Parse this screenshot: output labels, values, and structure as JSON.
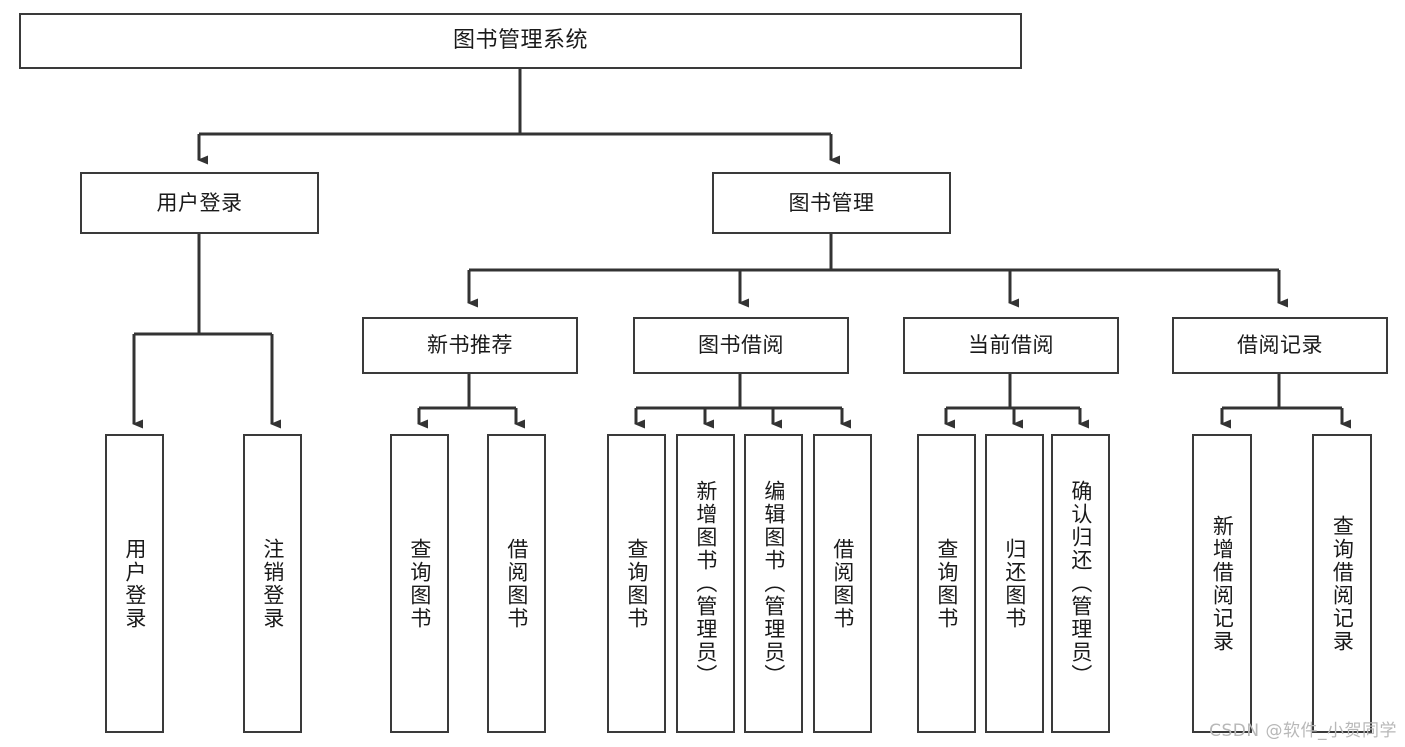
{
  "diagram": {
    "title": "图书管理系统",
    "watermark": "CSDN @软件_小贺同学",
    "colors": {
      "background": "#ffffff",
      "node_fill": "#ffffff",
      "node_stroke": "#3a3a3a",
      "edge_stroke": "#333333",
      "text": "#1a1a1a",
      "watermark": "#b8b8b8"
    },
    "nodes": {
      "root": "图书管理系统",
      "user_login": "用户登录",
      "book_manage": "图书管理",
      "new_book_rec": "新书推荐",
      "book_borrow": "图书借阅",
      "current_borrow": "当前借阅",
      "borrow_record": "借阅记录",
      "leaf_user_login": "用户登录",
      "leaf_logout": "注销登录",
      "leaf_query_book_1": "查询图书",
      "leaf_borrow_book_1": "借阅图书",
      "leaf_query_book_2": "查询图书",
      "leaf_add_book_admin": "新增图书（管理员）",
      "leaf_edit_book_admin": "编辑图书（管理员）",
      "leaf_borrow_book_2": "借阅图书",
      "leaf_query_book_3": "查询图书",
      "leaf_return_book": "归还图书",
      "leaf_confirm_return_admin": "确认归还（管理员）",
      "leaf_add_record": "新增借阅记录",
      "leaf_query_record": "查询借阅记录"
    }
  }
}
